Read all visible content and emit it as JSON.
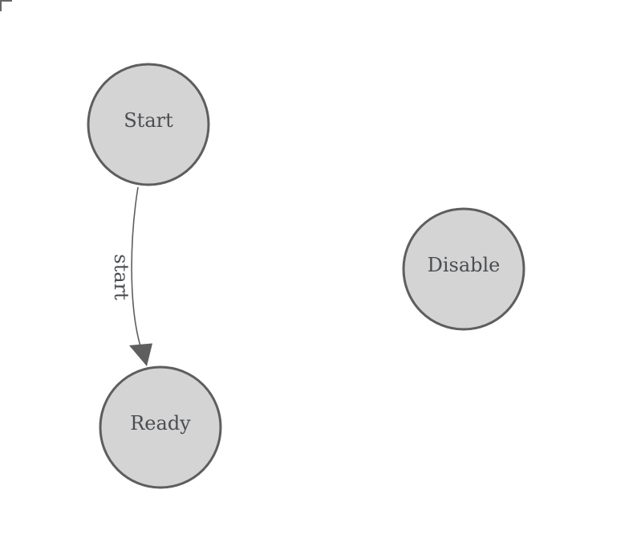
{
  "canvas": {
    "background_color": "#ffffff",
    "icons": {
      "origin_corner_mark": "L-shaped corner line at top-left",
      "arrowhead": "filled triangle pointing down toward Ready node"
    }
  },
  "colors": {
    "node_fill": "#d4d4d4",
    "node_stroke": "#5e5e5e",
    "edge_stroke": "#5e5e5e",
    "label_text": "#4b4d51",
    "corner_mark": "#666666"
  },
  "diagram": {
    "nodes": [
      {
        "label": "Start"
      },
      {
        "label": "Ready"
      },
      {
        "label": "Disable"
      }
    ],
    "edges": [
      {
        "label": "start",
        "from": "Start",
        "to": "Ready"
      }
    ]
  }
}
